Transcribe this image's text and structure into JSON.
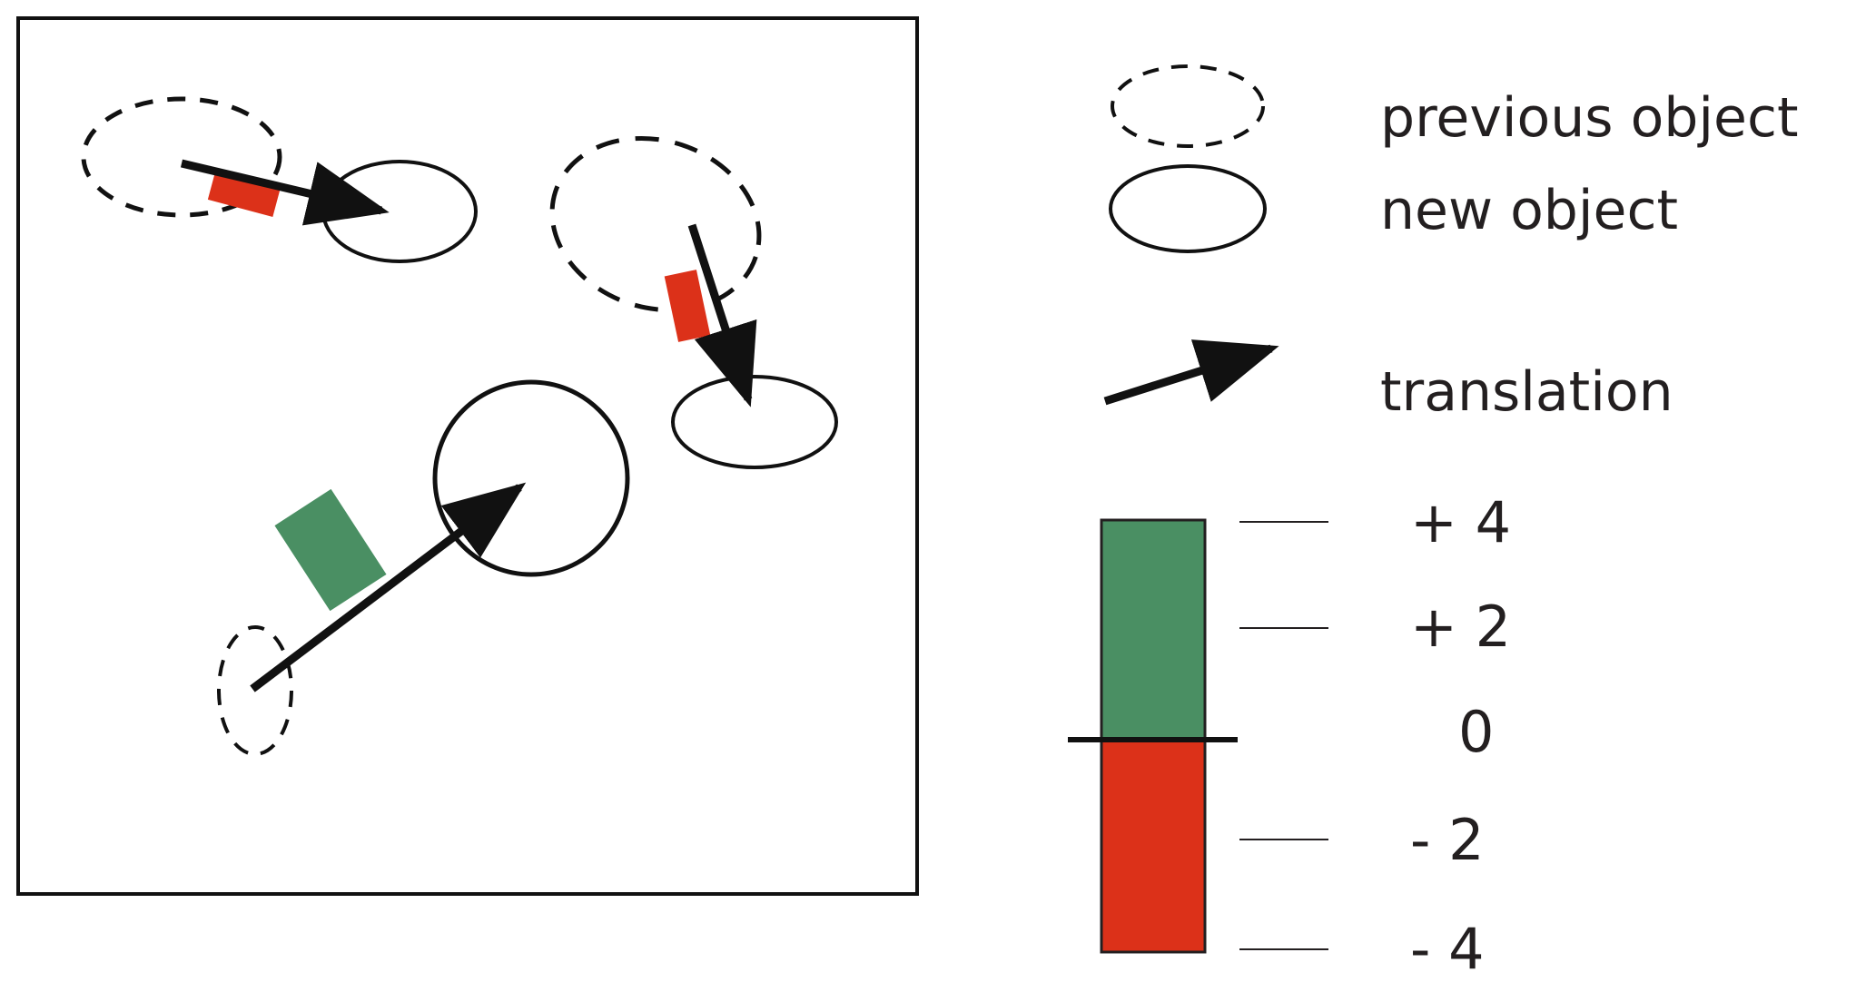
{
  "legend": {
    "previous_object_label": "previous object",
    "new_object_label": "new object",
    "translation_label": "translation"
  },
  "scale": {
    "ticks": [
      {
        "value": 4,
        "label": "+ 4"
      },
      {
        "value": 2,
        "label": "+ 2"
      },
      {
        "value": 0,
        "label": "0"
      },
      {
        "value": -2,
        "label": "-  2"
      },
      {
        "value": -4,
        "label": "-  4"
      }
    ],
    "positive_color": "#4a8f63",
    "negative_color": "#dc3119"
  },
  "colors": {
    "stroke": "#111111",
    "text": "#231f20",
    "green": "#4a8f63",
    "red": "#dc3119"
  }
}
